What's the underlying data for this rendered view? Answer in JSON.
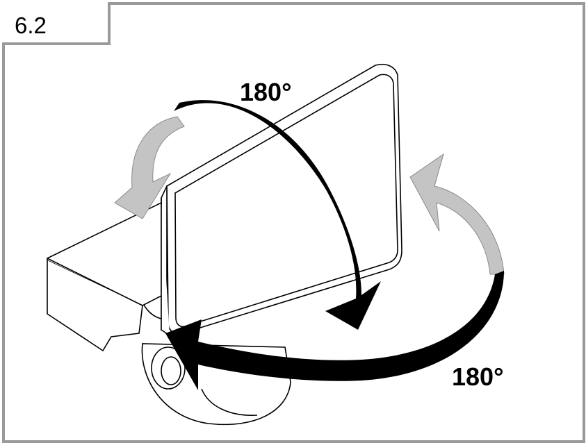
{
  "figure": {
    "label": "6.2"
  },
  "annotations": {
    "top_rotation": "180°",
    "bottom_rotation": "180°"
  },
  "colors": {
    "frame": "#9a9a9a",
    "arrow_primary": "#000000",
    "arrow_secondary": "#c4c4c4",
    "line": "#000000"
  }
}
